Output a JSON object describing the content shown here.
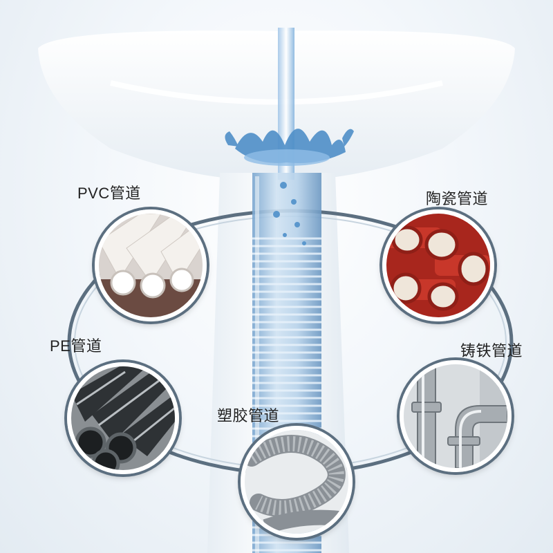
{
  "labels": {
    "pvc": "PVC管道",
    "ceramic": "陶瓷管道",
    "pe": "PE管道",
    "cast_iron": "铸铁管道",
    "plastic": "塑胶管道"
  },
  "colors": {
    "ring": "#5c6f80",
    "water": "#4f8fc8",
    "pipe_glass": "#a8c8e4"
  }
}
